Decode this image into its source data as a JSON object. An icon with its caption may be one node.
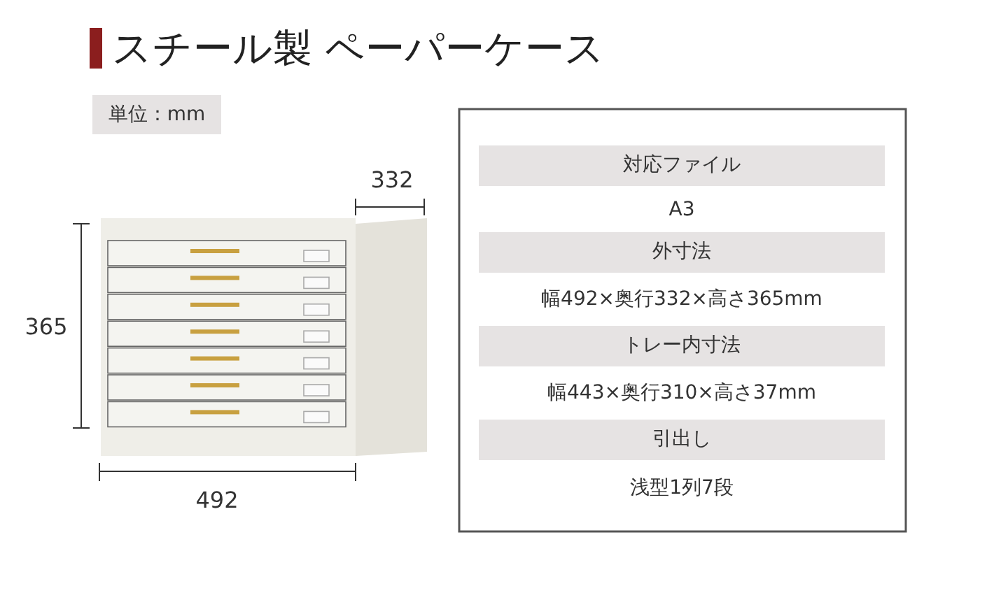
{
  "diagram": {
    "title": "スチール製 ペーパーケース",
    "labels": [
      "単位：mm",
      "332",
      "365",
      "492",
      "対応ファイル",
      "A3",
      "外寸法",
      "幅492×奥行332×高さ365mm",
      "トレー内寸法",
      "幅443×奥行310×高さ37mm",
      "引出し",
      "浅型1列7段"
    ]
  }
}
